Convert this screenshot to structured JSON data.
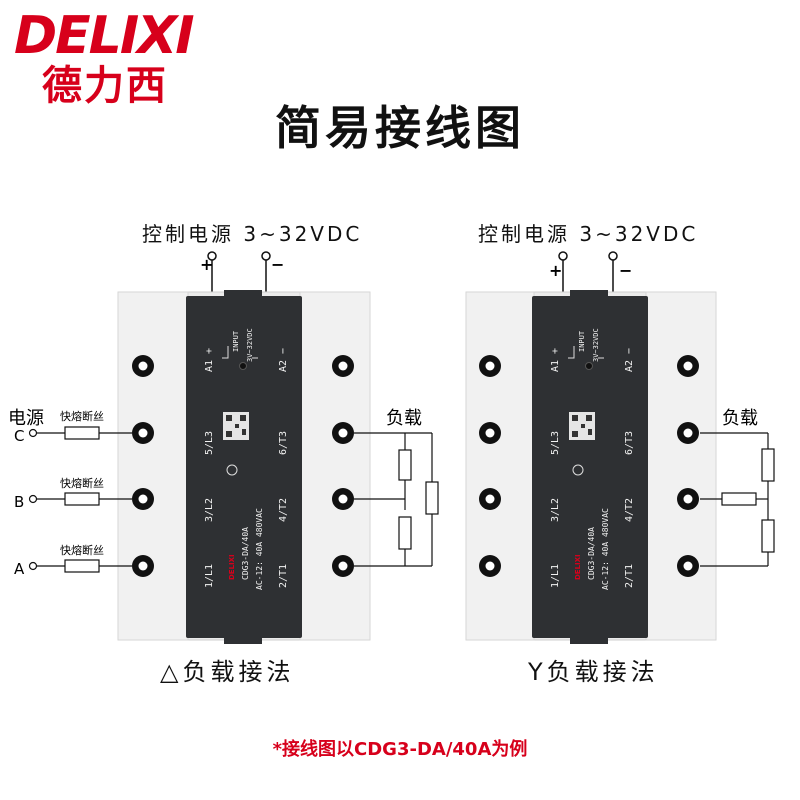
{
  "brand": {
    "name_en": "DELIXI",
    "name_cn": "德力西",
    "color": "#d7001b"
  },
  "title": "简易接线图",
  "control_power": "控制电源 3~32VDC",
  "plus": "+",
  "minus": "−",
  "left_diagram": {
    "caption": "△负载接法",
    "power_label": "电源",
    "phases": [
      "C",
      "B",
      "A"
    ],
    "fuse_label": "快熔断丝",
    "load_label": "负载"
  },
  "right_diagram": {
    "caption": "Y负载接法",
    "load_label": "负载"
  },
  "device": {
    "input_label": "INPUT",
    "input_range": "3V~32VDC",
    "a1": "A1 +",
    "a2": "A2 −",
    "terminals_left": [
      "5/L3",
      "3/L2",
      "1/L1"
    ],
    "terminals_right": [
      "6/T3",
      "4/T2",
      "2/T1"
    ],
    "logo": "DELIXI",
    "model": "CDG3-DA/40A",
    "rating": "AC-12: 40A 480VAC"
  },
  "footnote": "*接线图以CDG3-DA/40A为例"
}
